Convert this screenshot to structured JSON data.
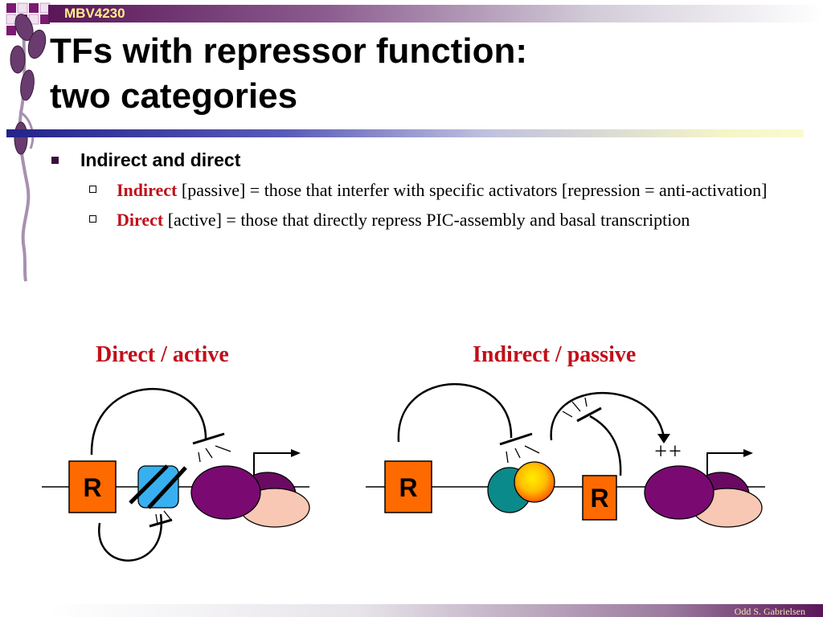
{
  "header": {
    "course": "MBV4230"
  },
  "title": {
    "line1": "TFs with repressor function:",
    "line2": "two categories"
  },
  "bullets": {
    "main": "Indirect and direct",
    "sub": [
      {
        "term": "Indirect",
        "text": " [passive] = those that interfer with specific activators [repression = anti-activation]"
      },
      {
        "term": "Direct",
        "text": " [active] = those that directly repress PIC-assembly and basal transcription"
      }
    ]
  },
  "figure": {
    "left_label": "Direct / active",
    "right_label": "Indirect / passive",
    "repressor_label": "R",
    "plus_signs": "++"
  },
  "footer": {
    "author": "Odd S. Gabrielsen"
  },
  "colors": {
    "accent_red": "#c0101a",
    "repressor_orange": "#ff6a00",
    "purple": "#7a0a72",
    "peach": "#f8c8b4",
    "blue": "#38b0f0",
    "teal": "#0a8a8a"
  }
}
